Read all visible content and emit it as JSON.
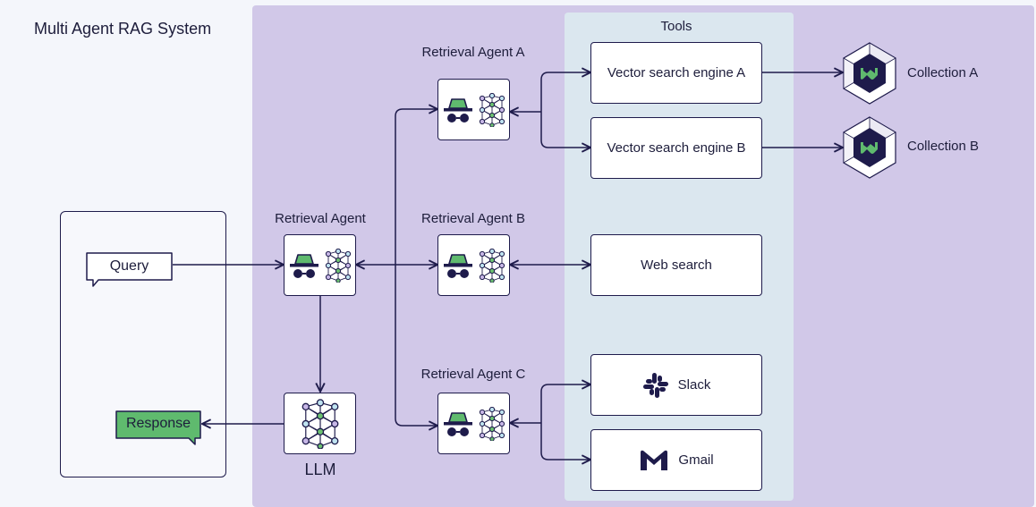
{
  "title": "Multi Agent RAG System",
  "colors": {
    "purple_bg": "#d1c8e8",
    "tools_bg": "#dbe7ef",
    "dark": "#1e1b4b",
    "green": "#5fba6e",
    "node_blue": "#bfe3f0",
    "node_purple": "#c7b7e6",
    "node_green": "#6cc071"
  },
  "user_side": {
    "query": "Query",
    "response": "Response"
  },
  "retrieval_agent": {
    "label": "Retrieval Agent"
  },
  "llm": {
    "label": "LLM"
  },
  "agents": [
    {
      "label": "Retrieval Agent A"
    },
    {
      "label": "Retrieval Agent B"
    },
    {
      "label": "Retrieval Agent C"
    }
  ],
  "tools": {
    "title": "Tools",
    "vector_a": "Vector search engine A",
    "vector_b": "Vector search engine B",
    "web": "Web search",
    "slack": "Slack",
    "gmail": "Gmail"
  },
  "collections": [
    {
      "label": "Collection A"
    },
    {
      "label": "Collection B"
    }
  ],
  "icons": {
    "agent": "spy-agent-icon",
    "network": "neural-network-icon",
    "db": "weaviate-collection-icon",
    "slack": "slack-icon",
    "gmail": "gmail-icon"
  }
}
